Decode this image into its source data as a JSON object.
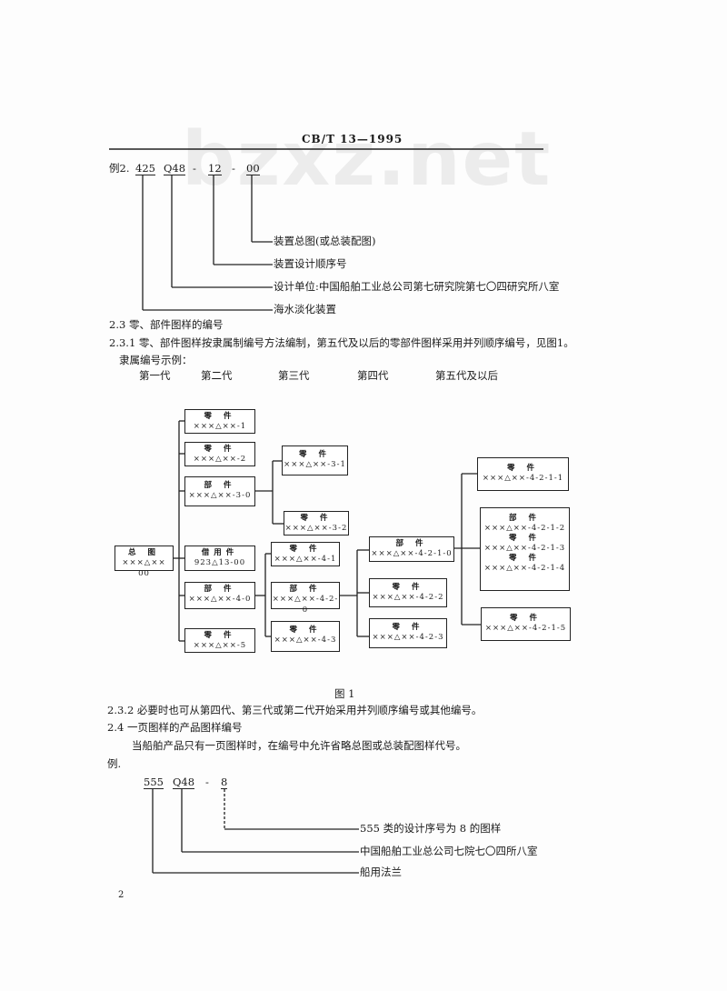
{
  "watermark": "bzxz.net",
  "header": "CB/T 13—1995",
  "example1": {
    "prefix": "例2.",
    "parts": [
      "425",
      "Q48",
      "-",
      "12",
      "-",
      "00"
    ],
    "labels": [
      "装置总图(或总装配图)",
      "装置设计顺序号",
      "设计单位:中国船舶工业总公司第七研究院第七〇四研究所八室",
      "海水淡化装置"
    ]
  },
  "sec_2_3": "2.3  零、部件图样的编号",
  "sec_2_3_1": "2.3.1  零、部件图样按隶属制编号方法编制，第五代及以后的零部件图样采用并列顺序编号，见图1。",
  "example_intro": "隶属编号示例：",
  "generations": [
    "第一代",
    "第二代",
    "第三代",
    "第四代",
    "第五代及以后"
  ],
  "figure": {
    "root": {
      "title": "总 图",
      "code": "×××△×× 00"
    },
    "gen2": [
      {
        "title": "零 件",
        "code": "×××△××-1"
      },
      {
        "title": "零 件",
        "code": "×××△××-2"
      },
      {
        "title": "部 件",
        "code": "×××△××-3-0"
      },
      {
        "title": "借用件",
        "code": "923△13-00"
      },
      {
        "title": "部 件",
        "code": "×××△××-4-0"
      },
      {
        "title": "零 件",
        "code": "×××△××-5"
      }
    ],
    "gen3": [
      {
        "title": "零 件",
        "code": "×××△××-3-1"
      },
      {
        "title": "零 件",
        "code": "×××△××-3-2"
      },
      {
        "title": "零 件",
        "code": "×××△××-4-1"
      },
      {
        "title": "部 件",
        "code": "×××△××-4-2-0"
      },
      {
        "title": "零 件",
        "code": "×××△××-4-3"
      }
    ],
    "gen4": [
      {
        "title": "部 件",
        "code": "×××△××-4-2-1-0"
      },
      {
        "title": "零 件",
        "code": "×××△××-4-2-2"
      },
      {
        "title": "零 件",
        "code": "×××△××-4-2-3"
      }
    ],
    "gen5": [
      {
        "title": "零 件",
        "code": "×××△××-4-2-1-1"
      },
      {
        "title": "部 件",
        "code": "×××△××-4-2-1-2",
        "title2": "零 件",
        "code2": "×××△××-4-2-1-3",
        "title3": "零 件",
        "code3": "×××△××-4-2-1-4"
      },
      {
        "title": "零 件",
        "code": "×××△××-4-2-1-5"
      }
    ],
    "caption": "图 1"
  },
  "sec_2_3_2": "2.3.2  必要时也可从第四代、第三代或第二代开始采用并列顺序编号或其他编号。",
  "sec_2_4": "2.4  一页图样的产品图样编号",
  "sec_2_4_text": "当船舶产品只有一页图样时，在编号中允许省略总图或总装配图样代号。",
  "example2": {
    "prefix": "例.",
    "parts": [
      "555",
      "Q48",
      "-",
      "8"
    ],
    "labels": [
      "555 类的设计序号为 8 的图样",
      "中国船舶工业总公司七院七〇四所八室",
      "船用法兰"
    ]
  },
  "page_number": "2"
}
